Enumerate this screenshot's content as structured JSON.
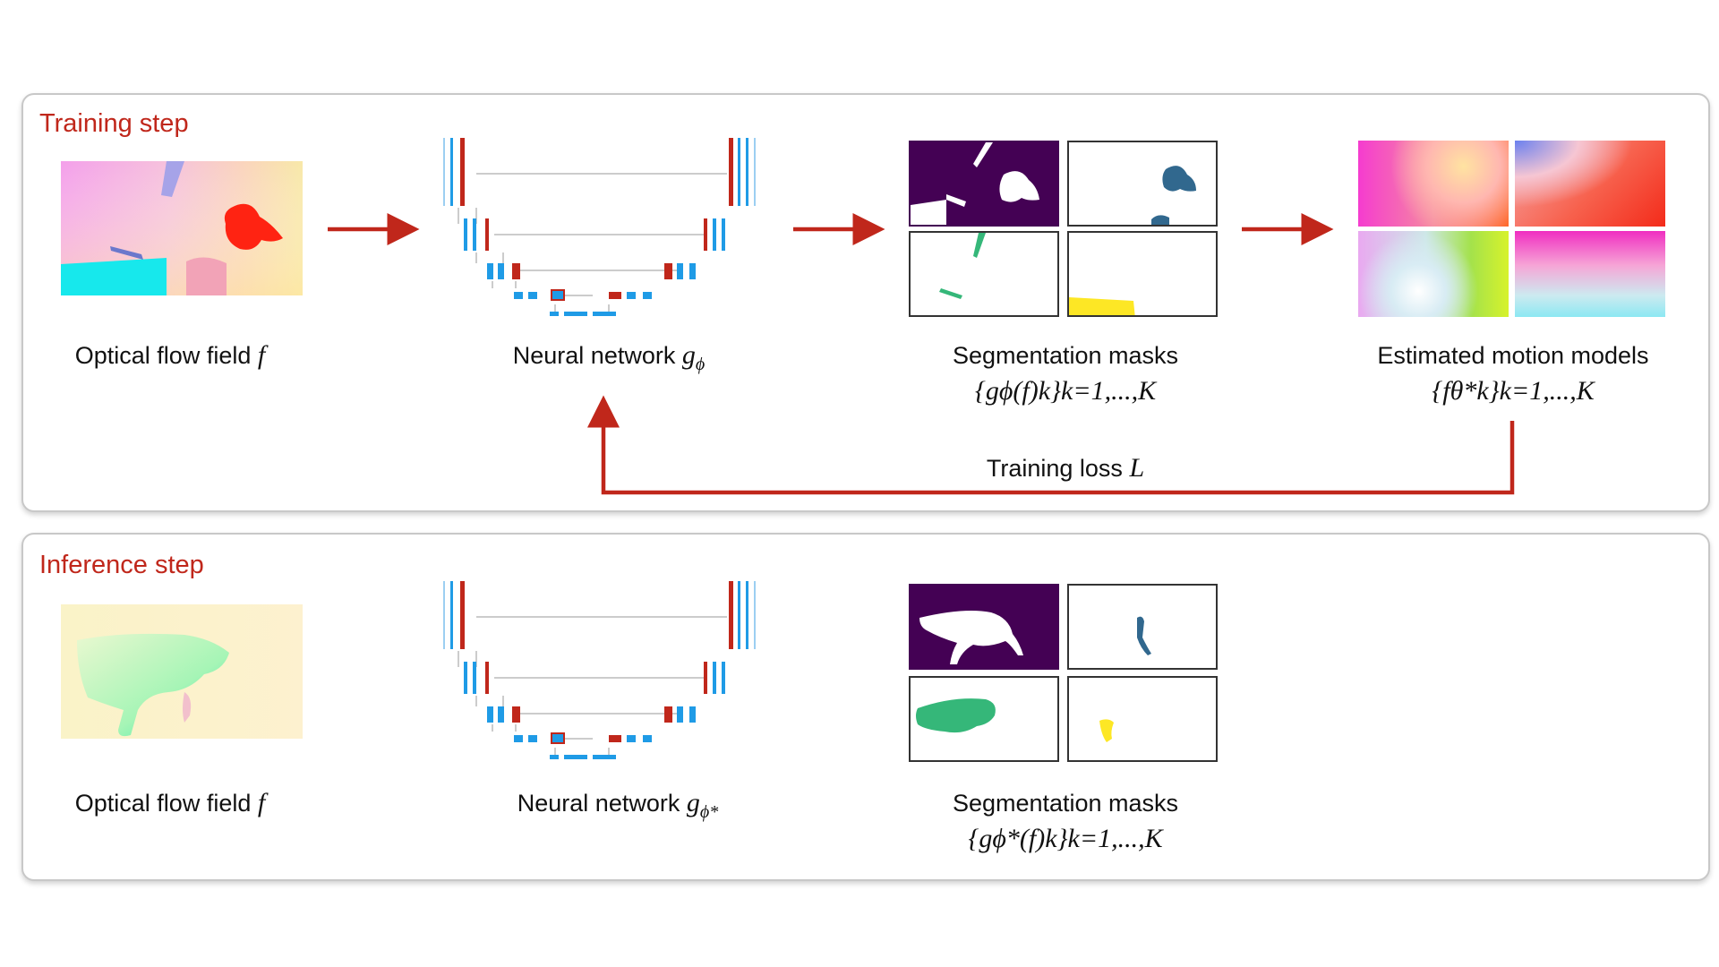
{
  "training": {
    "title": "Training step",
    "flow_caption": "Optical flow field",
    "flow_symbol": "f",
    "net_caption": "Neural network",
    "net_symbol": "g",
    "net_sub": "ϕ",
    "seg_caption": "Segmentation masks",
    "seg_formula": "{gϕ(f)k}k=1,...,K",
    "motion_caption": "Estimated motion models",
    "motion_formula": "{fθ*k}k=1,...,K",
    "loss_caption": "Training loss",
    "loss_symbol": "L"
  },
  "inference": {
    "title": "Inference step",
    "flow_caption": "Optical flow field",
    "flow_symbol": "f",
    "net_caption": "Neural network",
    "net_symbol": "g",
    "net_sub": "ϕ*",
    "seg_caption": "Segmentation masks",
    "seg_formula": "{gϕ*(f)k}k=1,...,K"
  },
  "colors": {
    "title_red": "#c0271b",
    "arrow_red": "#c0271b",
    "unet_blue": "#1f9be6",
    "unet_red": "#c0271b",
    "mask_purple": "#440154",
    "mask_teal": "#31688e",
    "mask_green": "#35b779",
    "mask_yellow": "#fde725"
  }
}
